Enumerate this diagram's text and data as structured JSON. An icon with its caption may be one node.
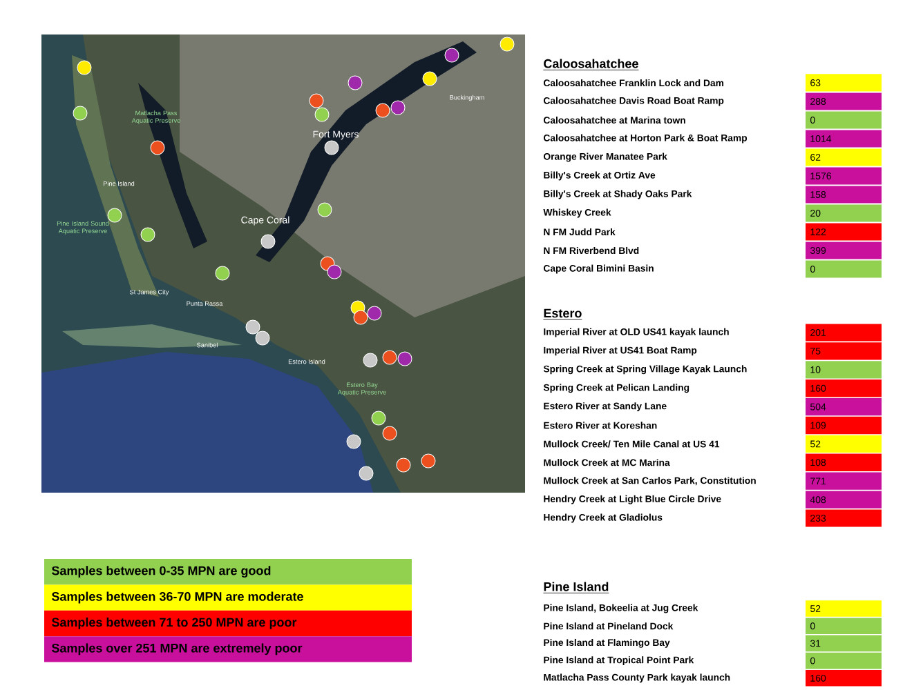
{
  "diagram": {
    "labels": [
      "Matlacha Pass Aquatic Preserve",
      "Pine Island",
      "Pine Island Sound Aquatic Preserve",
      "Cape Coral",
      "Fort Myers",
      "Buckingham",
      "St James City",
      "Punta Rassa",
      "Sanibel",
      "Estero Island",
      "Estero Bay Aquatic Preserve",
      "Caloosahatchee",
      "Caloosahatchee Franklin Lock and Dam",
      "63",
      "Caloosahatchee Davis Road Boat Ramp",
      "288",
      "Caloosahatchee at Marina town",
      "0",
      "Caloosahatchee at Horton Park & Boat Ramp",
      "1014",
      "Orange River Manatee Park",
      "62",
      "Billy's Creek at Ortiz Ave",
      "1576",
      "Billy's Creek at Shady Oaks Park",
      "158",
      "Whiskey Creek",
      "20",
      "N FM Judd Park",
      "122",
      "N FM Riverbend Blvd",
      "399",
      "Cape Coral Bimini Basin",
      "0",
      "Estero",
      "Imperial River at OLD US41 kayak launch",
      "201",
      "Imperial River at US41 Boat Ramp",
      "75",
      "Spring Creek at Spring Village Kayak Launch",
      "10",
      "Spring Creek at Pelican Landing",
      "160",
      "Estero River at Sandy Lane",
      "504",
      "Estero River at Koreshan",
      "109",
      "Mullock Creek/ Ten Mile Canal at US 41",
      "52",
      "Mullock Creek at MC Marina",
      "108",
      "Mullock Creek at San Carlos Park, Constitution",
      "771",
      "Hendry Creek at Light Blue Circle Drive",
      "408",
      "Hendry Creek at Gladiolus",
      "233",
      "Pine Island",
      "Pine Island, Bokeelia at Jug Creek",
      "52",
      "Pine Island at Pineland Dock",
      "0",
      "Pine Island at Flamingo Bay",
      "31",
      "Pine Island at Tropical Point Park",
      "0",
      "Matlacha Pass County Park kayak launch",
      "160"
    ],
    "legend": [
      {
        "text": "Samples between 0-35 MPN are good",
        "color": "#92d050"
      },
      {
        "text": "Samples between 36-70 MPN are moderate",
        "color": "#ffff00"
      },
      {
        "text": "Samples between 71 to 250 MPN are poor",
        "color": "#ff0000"
      },
      {
        "text": "Samples over 251 MPN are extremely poor",
        "color": "#c8109c"
      }
    ]
  }
}
